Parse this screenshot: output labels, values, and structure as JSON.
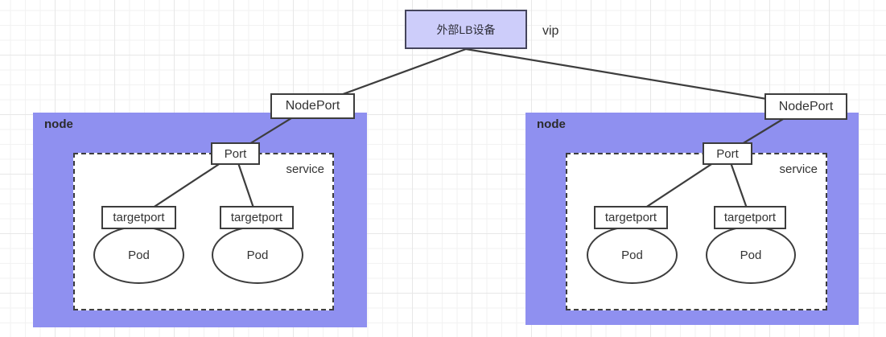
{
  "lb": {
    "label": "外部LB设备",
    "vip": "vip"
  },
  "nodes": [
    {
      "label": "node",
      "service": "service",
      "nodeport": "NodePort",
      "port": "Port",
      "targetport1": "targetport",
      "targetport2": "targetport",
      "pod1": "Pod",
      "pod2": "Pod"
    },
    {
      "label": "node",
      "service": "service",
      "nodeport": "NodePort",
      "port": "Port",
      "targetport1": "targetport",
      "targetport2": "targetport",
      "pod1": "Pod",
      "pod2": "Pod"
    }
  ],
  "colors": {
    "node_fill": "#8f90f0",
    "lb_fill": "#cdcdfa",
    "stroke": "#3d3d3d",
    "text": "#333333"
  }
}
